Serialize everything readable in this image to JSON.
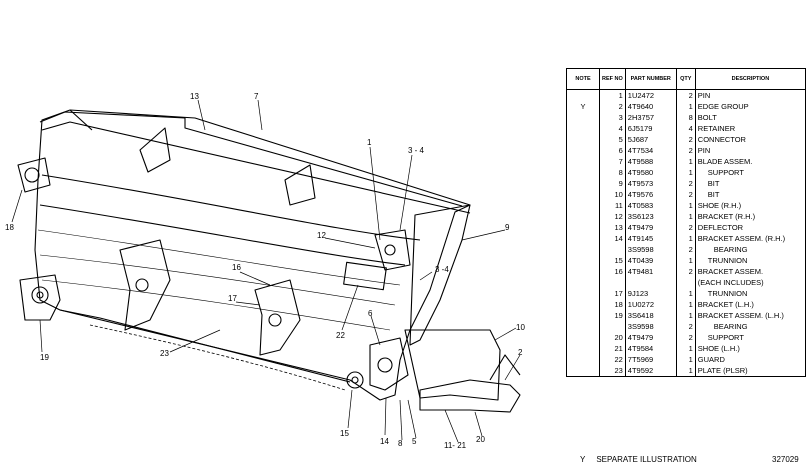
{
  "callouts": [
    "13",
    "7",
    "1",
    "3 - 4",
    "18",
    "12",
    "9",
    "16",
    "17",
    "22",
    "3 -4",
    "19",
    "23",
    "6",
    "10",
    "2",
    "15",
    "14",
    "8",
    "5",
    "11- 21",
    "20"
  ],
  "table": {
    "headers": {
      "note": "NOTE",
      "ref": "REF NO",
      "part": "PART NUMBER",
      "qty": "QTY",
      "desc": "DESCRIPTION"
    },
    "rows": [
      {
        "note": "",
        "ref": "1",
        "part": "1U2472",
        "qty": "2",
        "desc": "PIN"
      },
      {
        "note": "Y",
        "ref": "2",
        "part": "4T9640",
        "qty": "1",
        "desc": "EDGE GROUP"
      },
      {
        "note": "",
        "ref": "3",
        "part": "2H3757",
        "qty": "8",
        "desc": "BOLT"
      },
      {
        "note": "",
        "ref": "4",
        "part": "6J5179",
        "qty": "4",
        "desc": "RETAINER"
      },
      {
        "note": "",
        "ref": "5",
        "part": "5J687",
        "qty": "2",
        "desc": "CONNECTOR"
      },
      {
        "note": "",
        "ref": "6",
        "part": "4T7534",
        "qty": "2",
        "desc": "PIN"
      },
      {
        "note": "",
        "ref": "7",
        "part": "4T9588",
        "qty": "1",
        "desc": "BLADE ASSEM."
      },
      {
        "note": "",
        "ref": "8",
        "part": "4T9580",
        "qty": "1",
        "desc": "SUPPORT"
      },
      {
        "note": "",
        "ref": "9",
        "part": "4T9573",
        "qty": "2",
        "desc": "BIT"
      },
      {
        "note": "",
        "ref": "10",
        "part": "4T9576",
        "qty": "2",
        "desc": "BIT"
      },
      {
        "note": "",
        "ref": "11",
        "part": "4T0583",
        "qty": "1",
        "desc": "SHOE (R.H.)"
      },
      {
        "note": "",
        "ref": "12",
        "part": "3S6123",
        "qty": "1",
        "desc": "BRACKET (R.H.)"
      },
      {
        "note": "",
        "ref": "13",
        "part": "4T9479",
        "qty": "2",
        "desc": "DEFLECTOR"
      },
      {
        "note": "",
        "ref": "14",
        "part": "4T9145",
        "qty": "1",
        "desc": "BRACKET ASSEM. (R.H.)"
      },
      {
        "note": "",
        "ref": "",
        "part": "3S9598",
        "qty": "2",
        "desc": "BEARING"
      },
      {
        "note": "",
        "ref": "15",
        "part": "4T0439",
        "qty": "1",
        "desc": "TRUNNION"
      },
      {
        "note": "",
        "ref": "16",
        "part": "4T9481",
        "qty": "2",
        "desc": "BRACKET ASSEM."
      },
      {
        "note": "",
        "ref": "",
        "part": "",
        "qty": "",
        "desc": "(EACH INCLUDES)"
      },
      {
        "note": "",
        "ref": "17",
        "part": "9J123",
        "qty": "1",
        "desc": "TRUNNION"
      },
      {
        "note": "",
        "ref": "18",
        "part": "1U0272",
        "qty": "1",
        "desc": "BRACKET (L.H.)"
      },
      {
        "note": "",
        "ref": "19",
        "part": "3S6418",
        "qty": "1",
        "desc": "BRACKET ASSEM. (L.H.)"
      },
      {
        "note": "",
        "ref": "",
        "part": "3S9598",
        "qty": "2",
        "desc": "BEARING"
      },
      {
        "note": "",
        "ref": "20",
        "part": "4T9479",
        "qty": "2",
        "desc": "SUPPORT"
      },
      {
        "note": "",
        "ref": "21",
        "part": "4T9584",
        "qty": "1",
        "desc": "SHOE (L.H.)"
      },
      {
        "note": "",
        "ref": "22",
        "part": "7T5969",
        "qty": "1",
        "desc": "GUARD"
      },
      {
        "note": "",
        "ref": "23",
        "part": "4T9592",
        "qty": "1",
        "desc": "PLATE (PLSR)"
      }
    ]
  },
  "footnote": {
    "symbol": "Y",
    "text": "SEPARATE ILLUSTRATION"
  },
  "illustration_number": "327029"
}
